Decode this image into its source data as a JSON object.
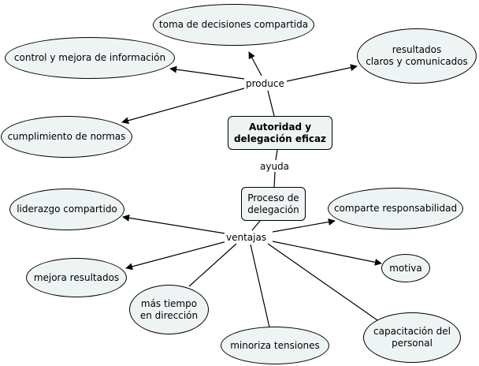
{
  "diagram": {
    "central": "Autoridad y\ndelegación eficaz",
    "linking_words": {
      "produce": "produce",
      "ayuda": "ayuda",
      "ventajas": "ventajas"
    },
    "proceso": "Proceso de\ndelegación",
    "produce_items": [
      "toma de decisiones compartida",
      "resultados\nclaros y comunicados",
      "control y mejora de información",
      "cumplimiento de normas"
    ],
    "ventajas_items": [
      "liderazgo compartido",
      "comparte responsabilidad",
      "mejora resultados",
      "motiva",
      "más tiempo\nen dirección",
      "minoriza tensiones",
      "capacitación del\npersonal"
    ]
  }
}
